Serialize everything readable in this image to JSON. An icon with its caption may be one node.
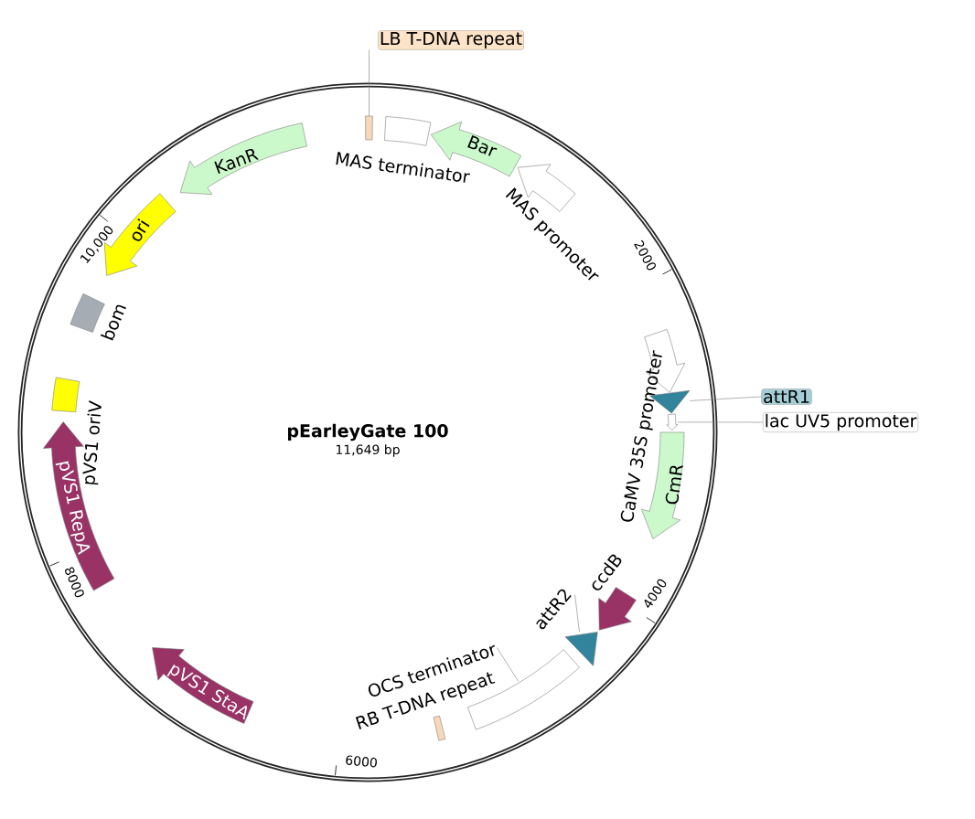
{
  "diagram": {
    "title": "pEarleyGate 100",
    "nodes": [
      {
        "text": [
          "LB T-DNA repeat"
        ]
      },
      {
        "text": [],
        "shape": "bar"
      },
      {
        "text": [
          "MAS terminator"
        ]
      },
      {
        "text": [
          "Bar"
        ]
      },
      {
        "text": [
          "KanR"
        ]
      },
      {
        "text": [
          "MAS promoter"
        ]
      },
      {
        "text": [
          "ori"
        ]
      },
      {
        "text": [
          "bom"
        ]
      },
      {
        "text": [
          "CaMV 35S promoter"
        ]
      },
      {
        "text": [
          "attR1"
        ]
      },
      {
        "text": [],
        "shape": "arrow"
      },
      {
        "text": [
          "lac UV5 promoter"
        ]
      },
      {
        "text": [],
        "shape": "arrow"
      },
      {
        "text": [
          "pVS1 oriV"
        ]
      },
      {
        "text": [
          "CmR"
        ]
      },
      {
        "text": [
          "pVS1 RepA"
        ]
      },
      {
        "text": [
          "ccdB"
        ]
      },
      {
        "text": [
          "attR2"
        ]
      },
      {
        "text": [],
        "shape": "arrow"
      },
      {
        "text": [
          "pVS1 StaA"
        ]
      },
      {
        "text": [
          "OCS terminator"
        ]
      },
      {
        "text": [],
        "shape": "box"
      },
      {
        "text": [
          "RB T-DNA repeat"
        ]
      }
    ],
    "edges": [
      {
        "from": 0,
        "to": 1,
        "arrow": "none"
      },
      {
        "from": 9,
        "to": 10,
        "arrow": "none"
      },
      {
        "from": 11,
        "to": 12,
        "arrow": "none"
      },
      {
        "from": 17,
        "to": 18,
        "arrow": "none"
      },
      {
        "from": 20,
        "to": 21,
        "arrow": "none"
      }
    ],
    "labels": [
      "10,000",
      "2000",
      "11,649 bp",
      "8000",
      "4000",
      "6000"
    ]
  }
}
